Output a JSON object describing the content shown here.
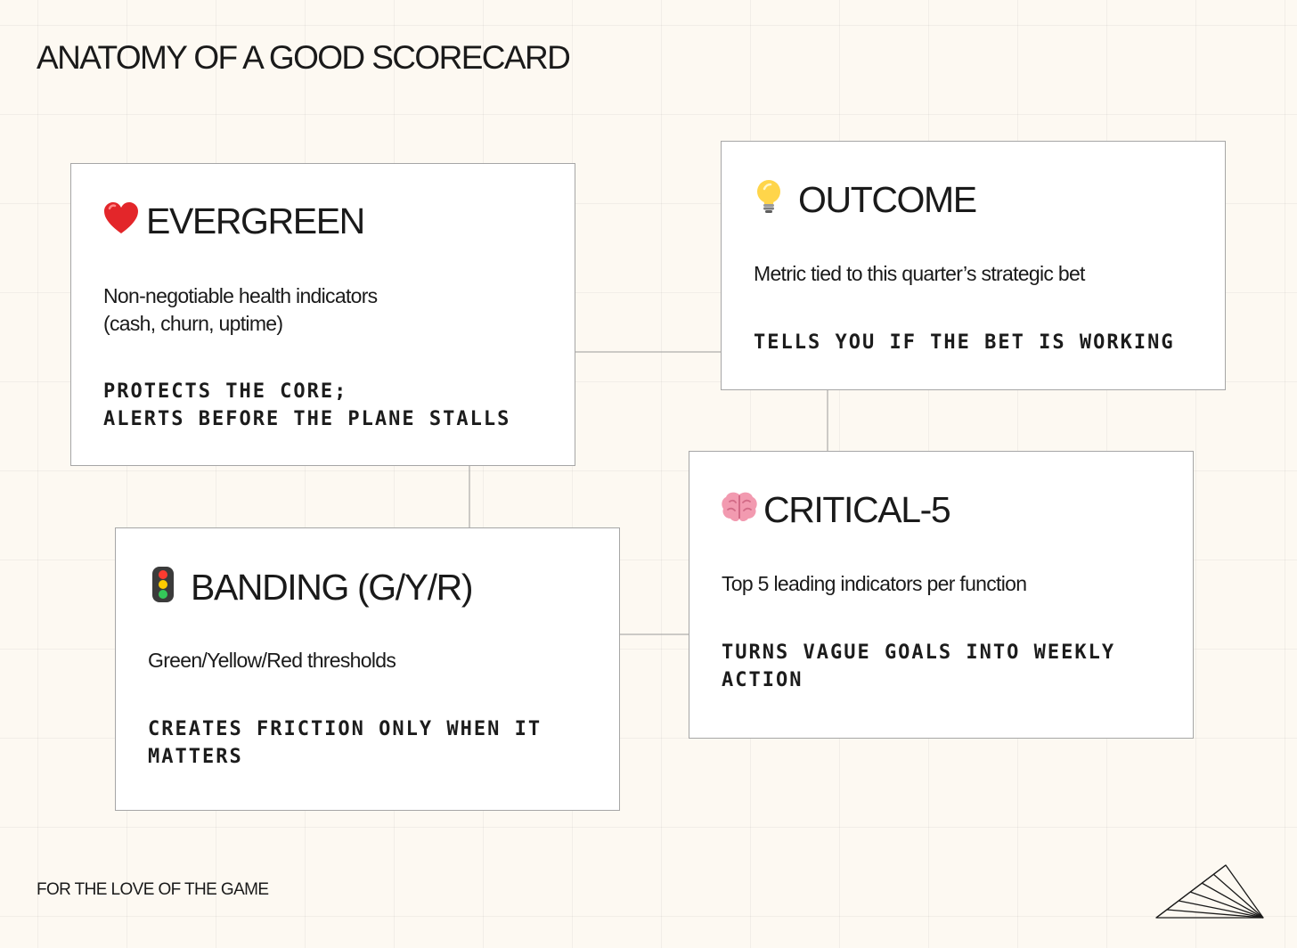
{
  "title": "ANATOMY OF A GOOD SCORECARD",
  "footer": "FOR THE LOVE OF THE GAME",
  "cards": {
    "evergreen": {
      "icon": "heart-icon",
      "title": "EVERGREEN",
      "description": "Non-negotiable health indicators\n(cash, churn, uptime)",
      "note": "PROTECTS THE CORE;\nALERTS BEFORE THE PLANE STALLS"
    },
    "outcome": {
      "icon": "lightbulb-icon",
      "title": "OUTCOME",
      "description": "Metric tied to this quarter’s strategic bet",
      "note": "TELLS YOU IF THE BET IS WORKING"
    },
    "critical5": {
      "icon": "brain-icon",
      "title": "CRITICAL-5",
      "description": "Top 5 leading indicators per function",
      "note": "TURNS VAGUE GOALS INTO WEEKLY\nACTION"
    },
    "banding": {
      "icon": "traffic-light-icon",
      "title": "BANDING (G/Y/R)",
      "description": "Green/Yellow/Red thresholds",
      "note": "CREATES FRICTION ONLY WHEN IT\nMATTERS"
    }
  },
  "colors": {
    "background": "#fdf9f2",
    "card": "#ffffff",
    "border": "#a6a6a6",
    "text": "#1a1a1a"
  },
  "logo": "mountain-lines-logo"
}
